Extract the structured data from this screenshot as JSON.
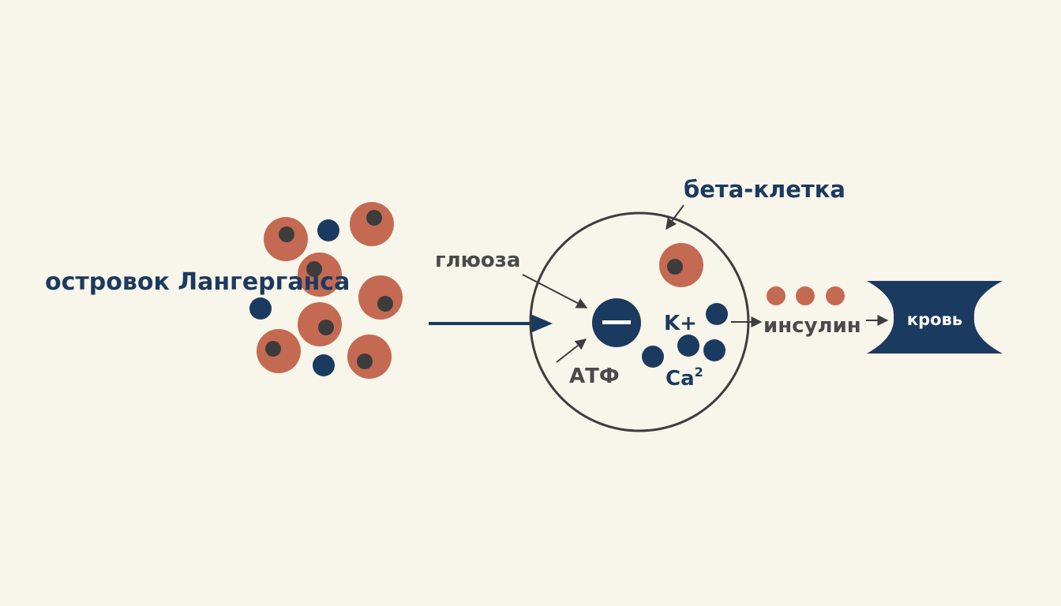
{
  "colors": {
    "background": "#f8f5ea",
    "cell_fill": "#c46a52",
    "nucleus": "#3c3c3c",
    "navy": "#1b3a5f",
    "outline": "#3d3d3d",
    "gray_text": "#4a4a4a",
    "white": "#ffffff"
  },
  "labels": {
    "islet": "островок Лангерганса",
    "beta_cell": "бета-клетка",
    "glucose": "глюоза",
    "atp": "АТФ",
    "potassium": "K+",
    "calcium": "Ca",
    "calcium_sup": "2",
    "insulin": "инсулин",
    "blood": "кровь"
  },
  "icons": {
    "channel": "minus-channel-icon"
  }
}
